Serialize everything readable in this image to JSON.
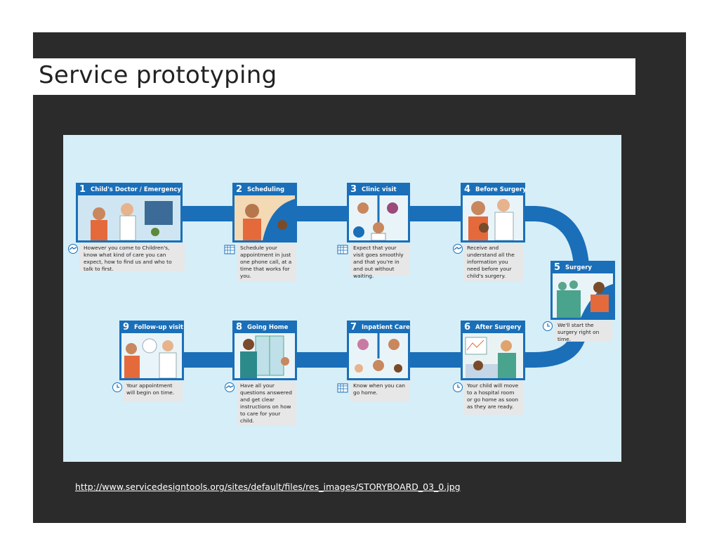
{
  "slide": {
    "title": "Service prototyping",
    "source_url": "http://www.servicedesigntools.org/sites/default/files/res_images/STORYBOARD_03_0.jpg"
  },
  "storyboard": {
    "colors": {
      "path": "#1a6fb8",
      "background": "#d6eef8",
      "caption_bg": "#e7e7e7"
    },
    "steps": [
      {
        "num": "1",
        "title": "Child's Doctor / Emergency",
        "icon": "handshake-icon",
        "caption": "However you come to Children's, know what kind of care you can expect, how to find us and who to talk to first."
      },
      {
        "num": "2",
        "title": "Scheduling",
        "icon": "calendar-icon",
        "caption": "Schedule your appointment in just one phone call, at a time that works for you."
      },
      {
        "num": "3",
        "title": "Clinic visit",
        "icon": "calendar-icon",
        "caption": "Expect that your visit goes smoothly and that you're in and out without waiting."
      },
      {
        "num": "4",
        "title": "Before Surgery",
        "icon": "handshake-icon",
        "caption": "Receive and understand all the information you need before your child's surgery."
      },
      {
        "num": "5",
        "title": "Surgery",
        "icon": "clock-icon",
        "caption": "We'll start the surgery right on time."
      },
      {
        "num": "6",
        "title": "After Surgery",
        "icon": "clock-icon",
        "caption": "Your child will move to a hospital room or go home as soon as they are ready."
      },
      {
        "num": "7",
        "title": "Inpatient Care",
        "icon": "calendar-icon",
        "caption": "Know when you can go home."
      },
      {
        "num": "8",
        "title": "Going Home",
        "icon": "handshake-icon",
        "caption": "Have all your questions answered and get clear instructions on how to care for your child."
      },
      {
        "num": "9",
        "title": "Follow-up visit",
        "icon": "clock-icon",
        "caption": "Your appointment will begin on time."
      }
    ]
  }
}
